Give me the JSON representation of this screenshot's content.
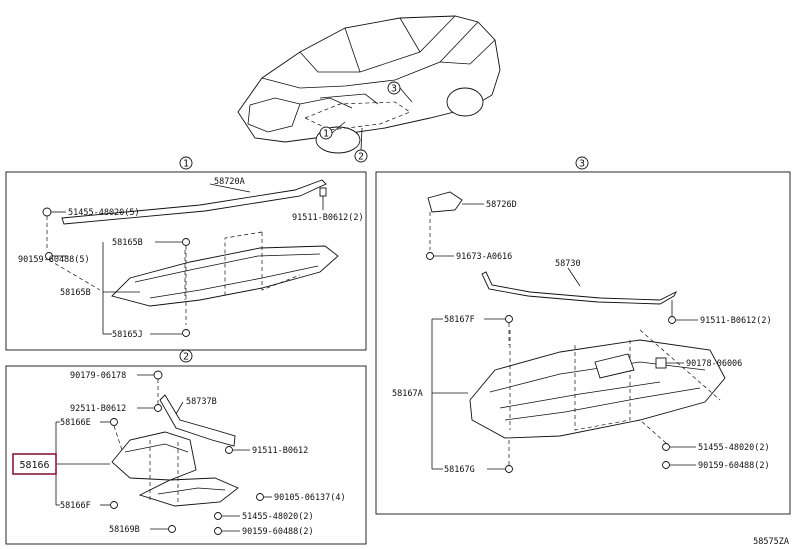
{
  "diagram_id": "58575ZA",
  "callouts": [
    "1",
    "2",
    "3"
  ],
  "overview": {
    "markers": [
      "1",
      "2",
      "3"
    ]
  },
  "panel1": {
    "marker": "1",
    "labels": {
      "p58720A": "58720A",
      "p51455": "51455-48020(5)",
      "p91511": "91511-B0612(2)",
      "p58165B_top": "58165B",
      "p90159": "90159-60488(5)",
      "p58165B": "58165B",
      "p58165J": "58165J"
    }
  },
  "panel2": {
    "marker": "2",
    "labels": {
      "p90179": "90179-06178",
      "p58737B": "58737B",
      "p92511": "92511-B0612",
      "p58166E": "58166E",
      "p58166": "58166",
      "p91511": "91511-B0612",
      "p58166F": "58166F",
      "p90105": "90105-06137(4)",
      "p51455": "51455-48020(2)",
      "p58169B": "58169B",
      "p90159": "90159-60488(2)"
    }
  },
  "panel3": {
    "marker": "3",
    "labels": {
      "p58726D": "58726D",
      "p91673": "91673-A0616",
      "p58730": "58730",
      "p58167F": "58167F",
      "p91511": "91511-B0612(2)",
      "p90178": "90178-06006",
      "p58167A": "58167A",
      "p51455": "51455-48020(2)",
      "p58167G": "58167G",
      "p90159": "90159-60488(2)"
    }
  }
}
